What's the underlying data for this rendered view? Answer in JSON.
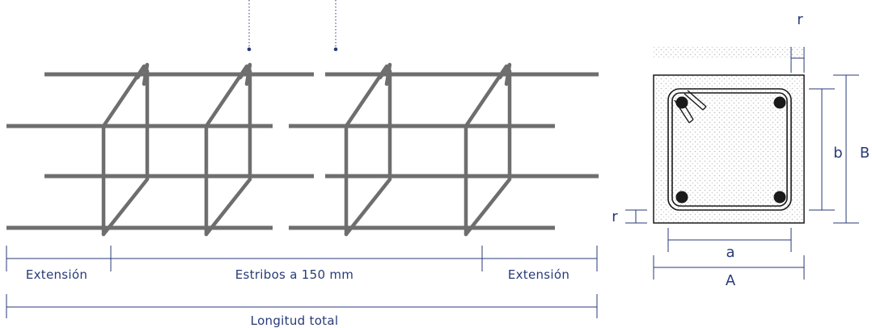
{
  "elevation": {
    "label_extension_left": "Extensión",
    "label_stirrups": "Estribos a 150 mm",
    "label_extension_right": "Extensión",
    "label_total": "Longitud total"
  },
  "section": {
    "label_r_top": "r",
    "label_r_left": "r",
    "label_b": "b",
    "label_B": "B",
    "label_a": "a",
    "label_A": "A"
  },
  "colors": {
    "text": "#283a78",
    "steel": "#6e6e6e",
    "concrete_texture": "#c8c8c8"
  }
}
